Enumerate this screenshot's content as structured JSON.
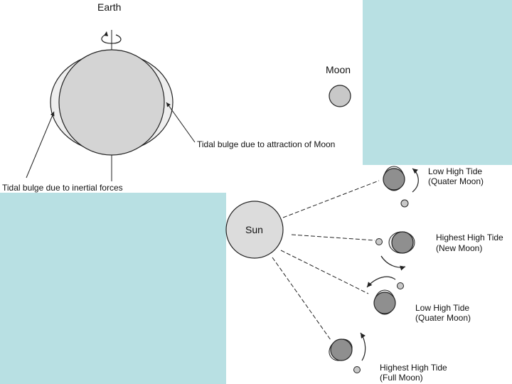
{
  "earth_label": "Earth",
  "moon_label": "Moon",
  "sun_label": "Sun",
  "moon_bulge_label": "Tidal bulge due to attraction of Moon",
  "inertial_bulge_label": "Tidal bulge due to inertial forces",
  "tides": [
    {
      "line1": "Low High Tide",
      "line2": "(Quater Moon)"
    },
    {
      "line1": "Highest High Tide",
      "line2": "(New Moon)"
    },
    {
      "line1": "Low High Tide",
      "line2": "(Quater Moon)"
    },
    {
      "line1": "Highest High Tide",
      "line2": "(Full Moon)"
    }
  ],
  "colors": {
    "panel": "#b8e0e3",
    "earth_fill": "#d4d4d4",
    "bulge_fill": "#eeeeee",
    "sun_fill": "#dcdcdc",
    "earth_small_fill": "#8f8f8f",
    "moon_small_fill": "#c8c8c8",
    "line": "#222222"
  }
}
